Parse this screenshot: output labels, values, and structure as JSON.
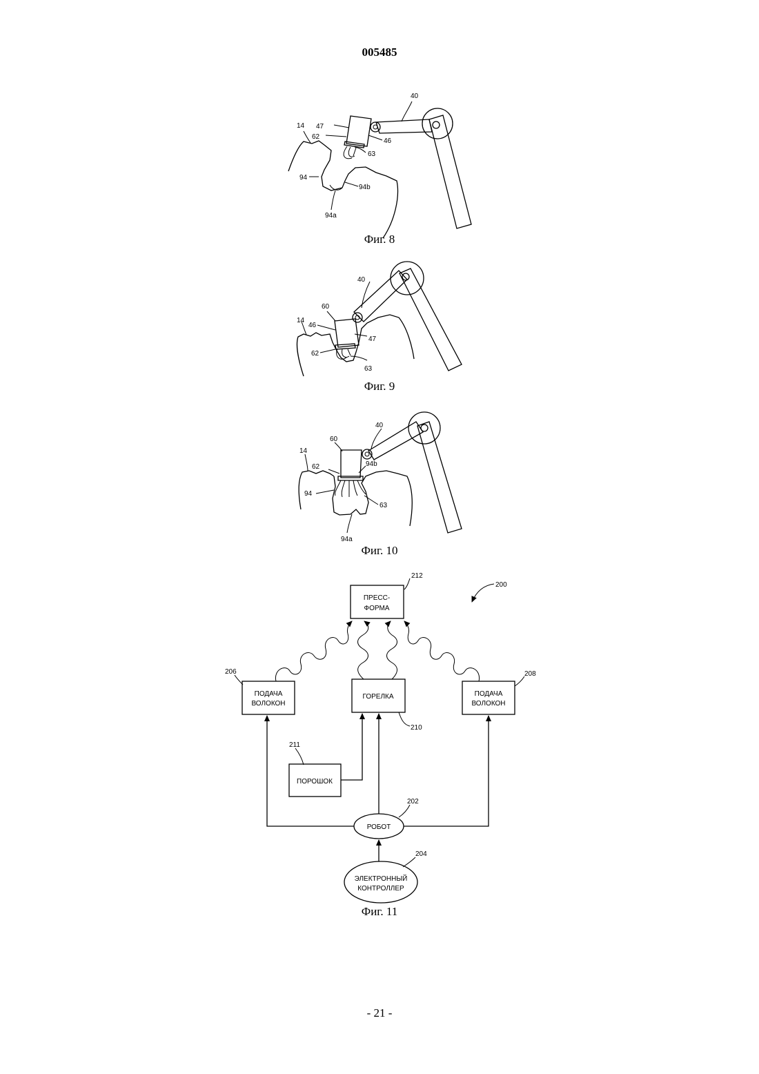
{
  "header": {
    "doc_number": "005485"
  },
  "footer": {
    "page_label": "- 21 -"
  },
  "figures": {
    "fig8": {
      "caption": "Фиг. 8",
      "labels": {
        "l40": "40",
        "l47": "47",
        "l14": "14",
        "l62": "62",
        "l46": "46",
        "l63": "63",
        "l94": "94",
        "l94b": "94b",
        "l94a": "94a"
      }
    },
    "fig9": {
      "caption": "Фиг. 9",
      "labels": {
        "l40": "40",
        "l60": "60",
        "l14": "14",
        "l46": "46",
        "l47": "47",
        "l62": "62",
        "l63": "63"
      }
    },
    "fig10": {
      "caption": "Фиг. 10",
      "labels": {
        "l40": "40",
        "l60": "60",
        "l14": "14",
        "l62": "62",
        "l94b": "94b",
        "l94": "94",
        "l63": "63",
        "l94a": "94a"
      }
    },
    "fig11": {
      "caption": "Фиг. 11",
      "system_ref": "200",
      "nodes": {
        "mold": {
          "ref": "212",
          "line1": "ПРЕСС-",
          "line2": "ФОРМА"
        },
        "fiber_left": {
          "ref": "206",
          "line1": "ПОДАЧА",
          "line2": "ВОЛОКОН"
        },
        "burner": {
          "ref": "210",
          "line1": "ГОРЕЛКА"
        },
        "fiber_right": {
          "ref": "208",
          "line1": "ПОДАЧА",
          "line2": "ВОЛОКОН"
        },
        "powder": {
          "ref": "211",
          "line1": "ПОРОШОК"
        },
        "robot": {
          "ref": "202",
          "line1": "РОБОТ"
        },
        "controller": {
          "ref": "204",
          "line1": "ЭЛЕКТРОННЫЙ",
          "line2": "КОНТРОЛЛЕР"
        }
      }
    }
  }
}
